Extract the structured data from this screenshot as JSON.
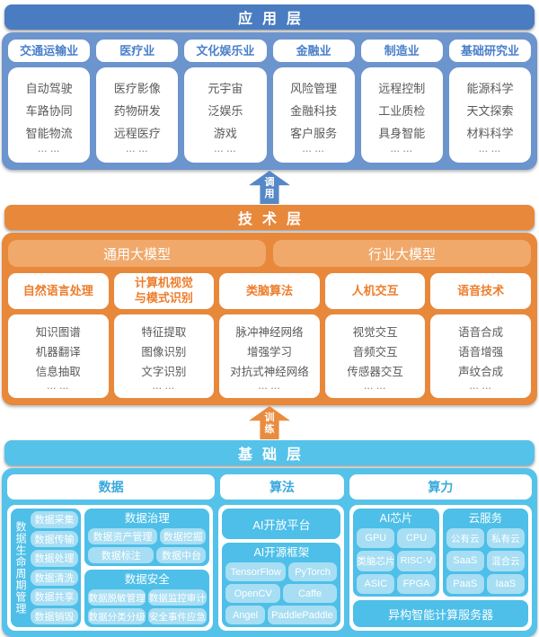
{
  "ui": {
    "ellipsis": "... ..."
  },
  "palette": {
    "app_header_bg": "#4a7cc1",
    "app_section_bg": "#6c94cd",
    "app_accent_text": "#4a80c9",
    "tech_bg": "#e8883b",
    "tech_model_pill_bg": "#f0a96b",
    "tech_accent_text": "#ed7d2b",
    "foundation_bg": "#55c2e9",
    "foundation_box_bg": "#4dbfe8",
    "foundation_pill_bg": "#a7def3",
    "foundation_accent_text": "#3aa9dd",
    "item_text": "#58595b",
    "arrow_call": "#5687c7",
    "arrow_train": "#e98c3f"
  },
  "app_layer": {
    "title": "应用层",
    "columns": [
      {
        "header": "交通运输业",
        "items": [
          "自动驾驶",
          "车路协同",
          "智能物流"
        ]
      },
      {
        "header": "医疗业",
        "items": [
          "医疗影像",
          "药物研发",
          "远程医疗"
        ]
      },
      {
        "header": "文化娱乐业",
        "items": [
          "元宇宙",
          "泛娱乐",
          "游戏"
        ]
      },
      {
        "header": "金融业",
        "items": [
          "风险管理",
          "金融科技",
          "客户服务"
        ]
      },
      {
        "header": "制造业",
        "items": [
          "远程控制",
          "工业质检",
          "具身智能"
        ]
      },
      {
        "header": "基础研究业",
        "items": [
          "能源科学",
          "天文探索",
          "材料科学"
        ]
      }
    ]
  },
  "arrows": {
    "call": {
      "label": "调用",
      "chars": [
        "调",
        "用"
      ]
    },
    "train": {
      "label": "训练",
      "chars": [
        "训",
        "练"
      ]
    }
  },
  "tech_layer": {
    "title": "技术层",
    "model_pills": [
      "通用大模型",
      "行业大模型"
    ],
    "columns": [
      {
        "header": "自然语言处理",
        "items": [
          "知识图谱",
          "机器翻译",
          "信息抽取"
        ]
      },
      {
        "header": "计算机视觉\n与模式识别",
        "items": [
          "特征提取",
          "图像识别",
          "文字识别"
        ]
      },
      {
        "header": "类脑算法",
        "items": [
          "脉冲神经网络",
          "增强学习",
          "对抗式神经网络"
        ]
      },
      {
        "header": "人机交互",
        "items": [
          "视觉交互",
          "音频交互",
          "传感器交互"
        ]
      },
      {
        "header": "语音技术",
        "items": [
          "语音合成",
          "语音增强",
          "声纹合成"
        ]
      }
    ]
  },
  "found_layer": {
    "title": "基础层",
    "col_headers": [
      "数据",
      "算法",
      "算力"
    ],
    "data_col": {
      "lifecycle": {
        "title": "数据生命周期管理",
        "pills": [
          "数据采集",
          "数据传输",
          "数据处理",
          "数据清洗",
          "数据共享",
          "数据销毁"
        ]
      },
      "governance": {
        "title": "数据治理",
        "pills": [
          "数据资产管理",
          "数据挖掘",
          "数据标注",
          "数据中台"
        ]
      },
      "security": {
        "title": "数据安全",
        "pills": [
          "数据脱敏管理",
          "数据监控审计",
          "数据分类分级",
          "安全事件应急"
        ]
      }
    },
    "algo_col": {
      "platform": "AI开放平台",
      "framework": {
        "title": "AI开源框架",
        "pills": [
          "TensorFlow",
          "PyTorch",
          "OpenCV",
          "Caffe",
          "Angel",
          "PaddlePaddle"
        ]
      }
    },
    "power_col": {
      "chips": {
        "title": "AI芯片",
        "pills": [
          "GPU",
          "CPU",
          "类脑芯片",
          "RISC-V",
          "ASIC",
          "FPGA"
        ]
      },
      "cloud": {
        "title": "云服务",
        "pills": [
          "公有云",
          "私有云",
          "SaaS",
          "混合云",
          "PaaS",
          "IaaS"
        ]
      },
      "server": "异构智能计算服务器"
    }
  }
}
